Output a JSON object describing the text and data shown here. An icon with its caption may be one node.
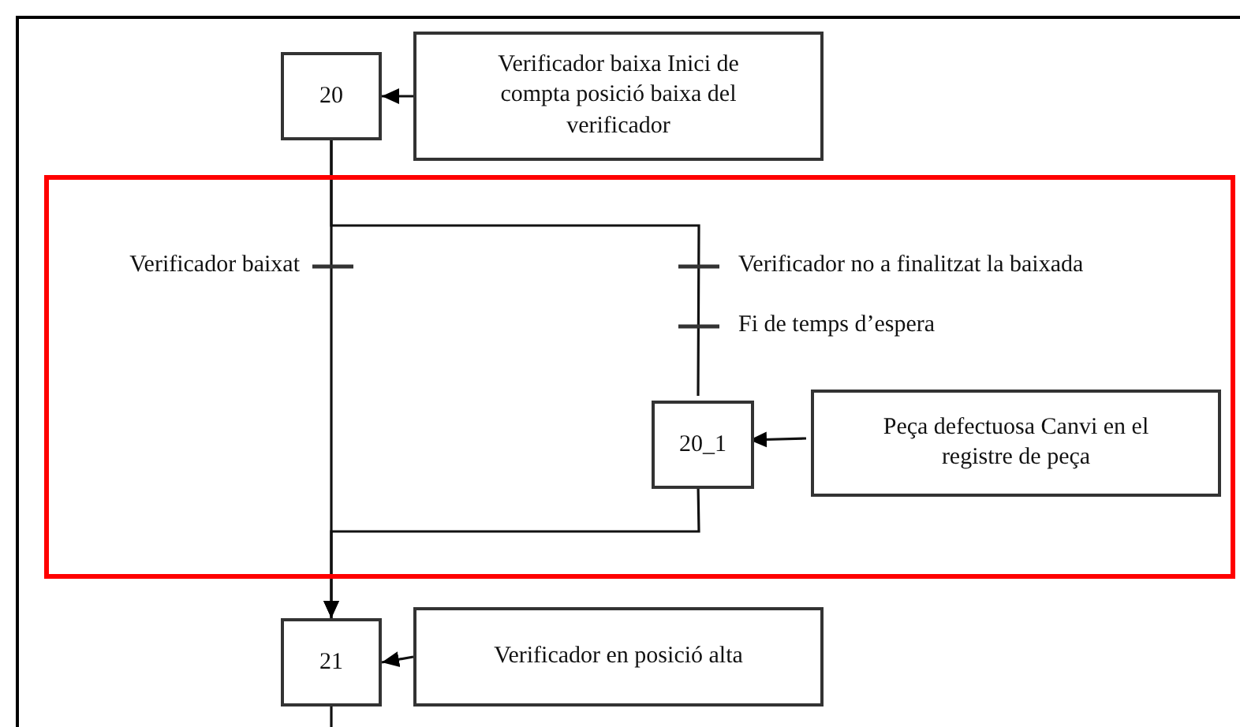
{
  "diagram": {
    "nodes": [
      {
        "text": [],
        "shape": "box"
      },
      {
        "text": [
          "20"
        ]
      },
      {
        "text": [
          "Verificador baixa Inici de compta posició baixa del verificador"
        ]
      },
      {
        "text": [
          "20_1"
        ],
        "in": 0
      },
      {
        "text": [
          "Peça defectuosa Canvi en el registre de peça"
        ],
        "in": 0
      },
      {
        "text": [
          "21"
        ]
      },
      {
        "text": [
          "Verificador en posició alta"
        ]
      }
    ],
    "edges": [
      {
        "from": 2,
        "to": 1,
        "arrow": "to"
      },
      {
        "from": 1,
        "to": 5,
        "arrow": "to"
      },
      {
        "from": 1,
        "to": 3,
        "arrow": "none"
      },
      {
        "from": 4,
        "to": 3,
        "arrow": "to"
      },
      {
        "from": 3,
        "to": 5,
        "arrow": "to"
      },
      {
        "from": 5,
        "to": null,
        "arrow": "none"
      },
      {
        "from": 6,
        "to": 5,
        "arrow": "to"
      }
    ],
    "labels": [
      "Verificador baixat",
      "Verificador no a finalitzat la baixada",
      "Fi de temps d’espera"
    ]
  }
}
